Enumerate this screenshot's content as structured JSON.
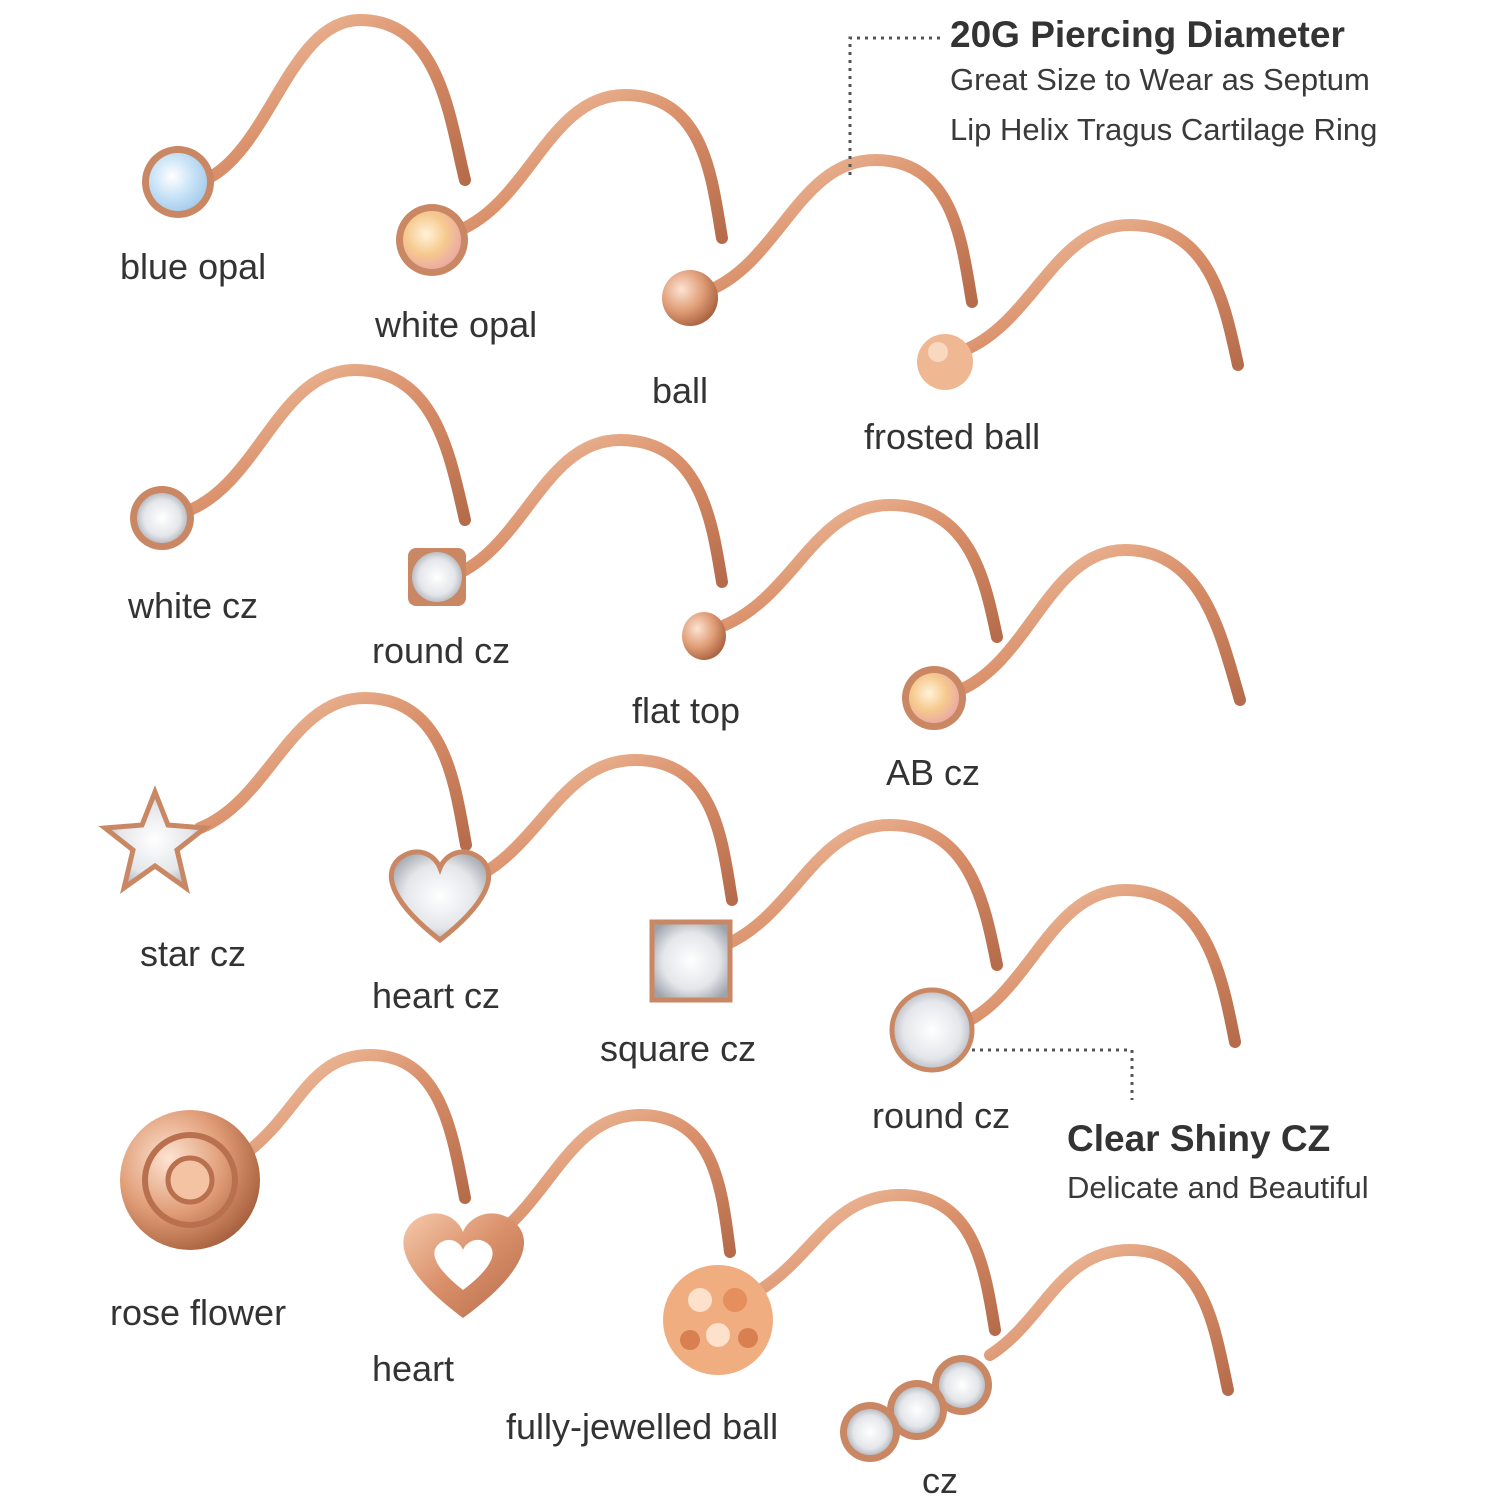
{
  "callouts": {
    "diameter": {
      "title": "20G Piercing Diameter",
      "line1": "Great Size to Wear as Septum",
      "line2": "Lip Helix Tragus Cartilage Ring"
    },
    "cz": {
      "title": "Clear Shiny CZ",
      "line1": "Delicate and Beautiful"
    }
  },
  "items": [
    {
      "label": "blue opal"
    },
    {
      "label": "white opal"
    },
    {
      "label": "ball"
    },
    {
      "label": "frosted ball"
    },
    {
      "label": "white cz"
    },
    {
      "label": "round cz"
    },
    {
      "label": "flat top"
    },
    {
      "label": "AB cz"
    },
    {
      "label": "star cz"
    },
    {
      "label": "heart cz"
    },
    {
      "label": "square cz"
    },
    {
      "label": "round cz"
    },
    {
      "label": "rose flower"
    },
    {
      "label": "heart"
    },
    {
      "label": "fully-jewelled ball"
    },
    {
      "label": "cz"
    }
  ],
  "colors": {
    "rose_gold": "#d9916c",
    "rose_gold_dark": "#b9704f",
    "rose_gold_light": "#f3c3a4",
    "text": "#333333"
  }
}
